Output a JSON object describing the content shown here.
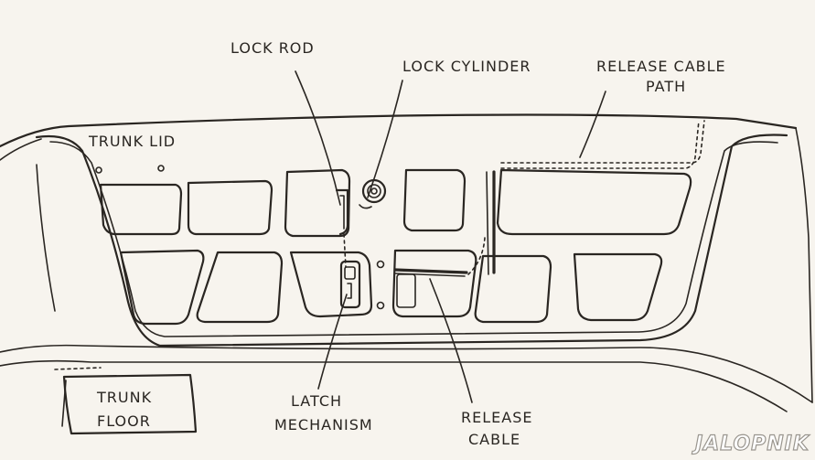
{
  "labels": {
    "lock_rod": "LOCK ROD",
    "lock_cylinder": "LOCK CYLINDER",
    "release_cable_path_line1": "RELEASE CABLE",
    "release_cable_path_line2": "PATH",
    "trunk_lid": "TRUNK LID",
    "trunk_floor_line1": "TRUNK",
    "trunk_floor_line2": "FLOOR",
    "latch_mechanism_line1": "LATCH",
    "latch_mechanism_line2": "MECHANISM",
    "release_cable_line1": "RELEASE",
    "release_cable_line2": "CABLE"
  },
  "watermark": "JALOPNIK",
  "colors": {
    "ink": "#2a2622",
    "paper": "#f7f4ee"
  }
}
